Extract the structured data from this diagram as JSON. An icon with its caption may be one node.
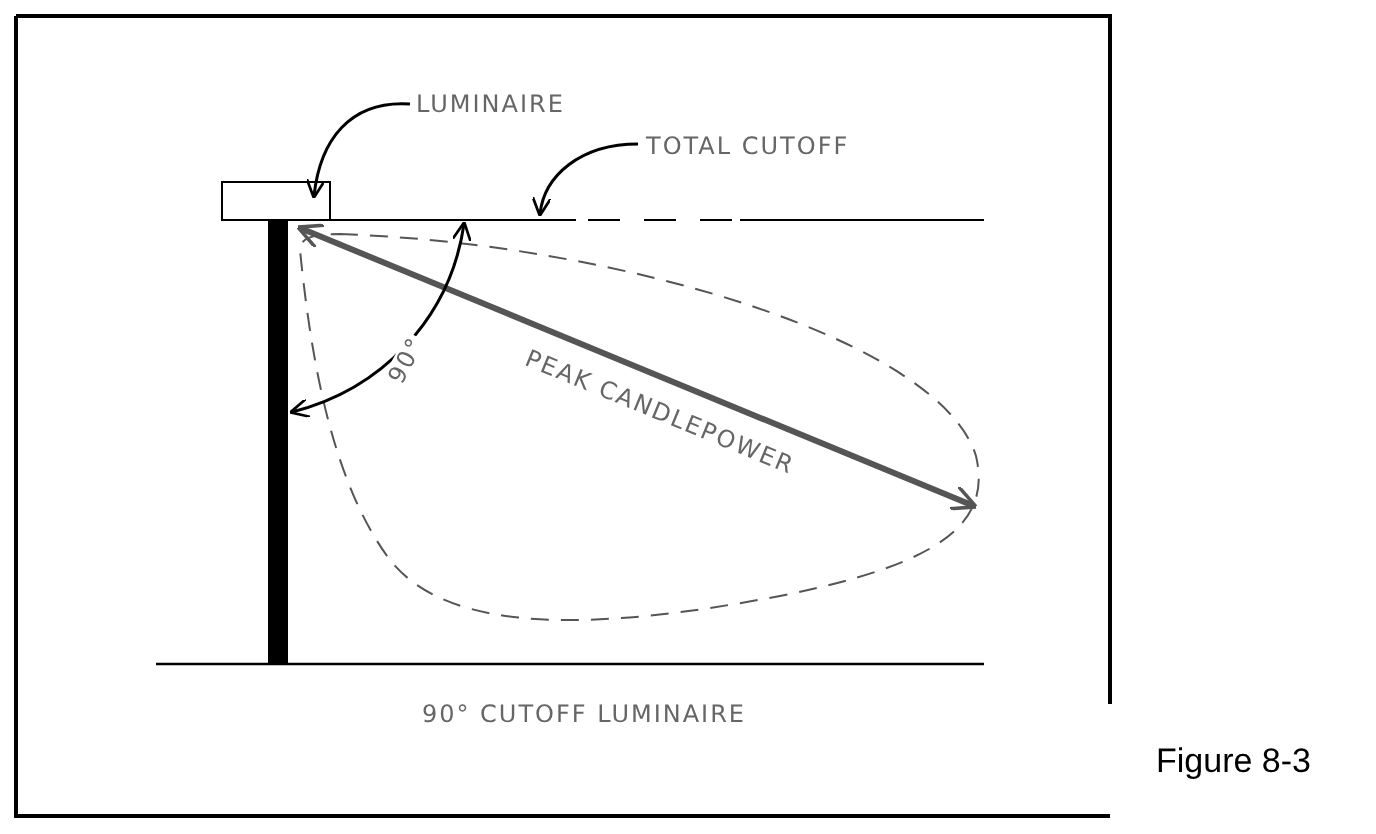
{
  "diagram": {
    "title": "90° CUTOFF LUMINAIRE",
    "caption": "Figure 8-3",
    "nodes": [
      {
        "text": [
          "LUMINAIRE"
        ]
      },
      {
        "text": [],
        "shape": "box"
      },
      {
        "text": [
          "TOTAL CUTOFF"
        ]
      },
      {
        "text": [],
        "shape": "line"
      }
    ],
    "edges": [
      {
        "from": 0,
        "to": 1,
        "arrow": "to"
      },
      {
        "from": 2,
        "to": 3,
        "arrow": "to"
      }
    ],
    "labels": [
      "PEAK CANDLEPOWER",
      "90°"
    ]
  }
}
